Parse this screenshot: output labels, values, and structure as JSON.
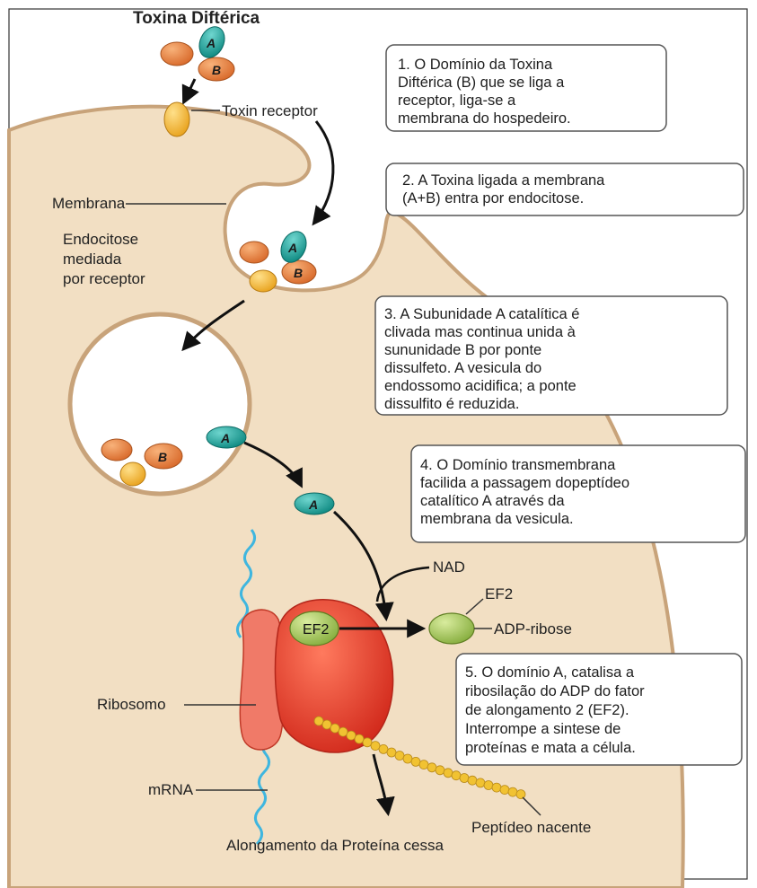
{
  "title": "Toxina Diftérica",
  "labels": {
    "toxin_receptor": "Toxin receptor",
    "membrana": "Membrana",
    "endocitose": [
      "Endocitose",
      "mediada",
      "por receptor"
    ],
    "nad": "NAD",
    "ef2_free": "EF2",
    "adp_ribose": "ADP-ribose",
    "ribosomo": "Ribosomo",
    "mrna": "mRNA",
    "peptideo": "Peptídeo nacente",
    "alongamento": "Alongamento da Proteína cessa"
  },
  "subunits": {
    "a": "A",
    "b": "B",
    "ef2": "EF2"
  },
  "steps": [
    {
      "lines": [
        "1. O Domínio da Toxina",
        "Diftérica (B) que se liga a",
        "receptor, liga-se a",
        "membrana do hospedeiro."
      ]
    },
    {
      "lines": [
        "2. A Toxina ligada a membrana",
        "(A+B) entra por endocitose."
      ]
    },
    {
      "lines": [
        "3. A Subunidade A catalítica é",
        "clivada mas continua unida à",
        "sununidade B por ponte",
        "dissulfeto. A vesicula do",
        "endossomo acidifica; a ponte",
        "dissulfito é reduzida."
      ]
    },
    {
      "lines": [
        "4. O Domínio transmembrana",
        "facilida a passagem dopeptídeo",
        "catalítico A através da",
        "membrana da vesicula."
      ]
    },
    {
      "lines": [
        "5. O domínio A, catalisa a",
        "ribosilação do ADP do fator",
        "de alongamento 2 (EF2).",
        "Interrompe a sintese de",
        "proteínas e mata a célula."
      ]
    }
  ],
  "colors": {
    "cell_fill": "#f2dfc3",
    "cell_edge": "#c8a37a",
    "subunit_a": "#1fa39a",
    "subunit_b": "#ee8a3c",
    "receptor": "#f3b437",
    "ef2": "#a8c75c",
    "ribosome": "#e8402e",
    "mrna": "#3fb6df"
  }
}
